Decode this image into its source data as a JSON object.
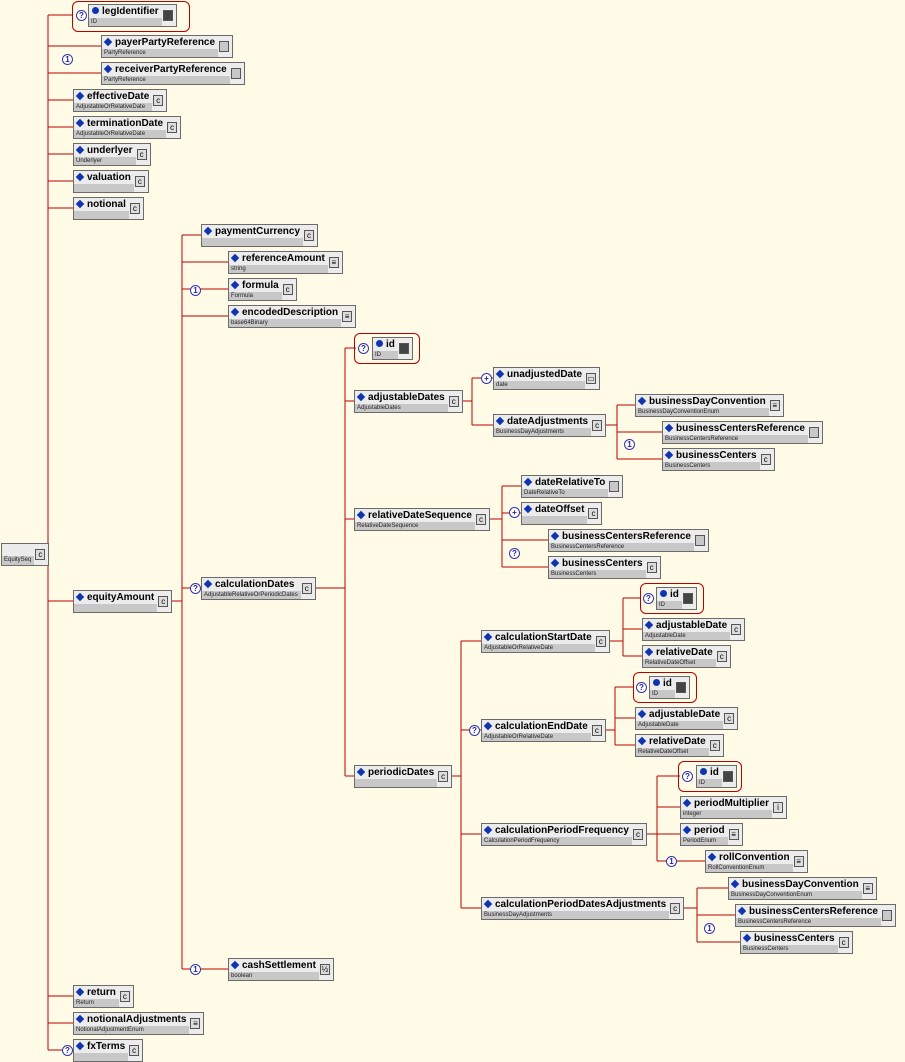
{
  "root": {
    "type": "EquitySeq",
    "icon": "complex-type-icon"
  },
  "nodes": [
    {
      "name": "legIdentifier",
      "type": "ID",
      "icon": "id-icon",
      "kind": "attribute"
    },
    {
      "name": "payerPartyReference",
      "type": "PartyReference",
      "icon": "reference-icon"
    },
    {
      "name": "receiverPartyReference",
      "type": "PartyReference",
      "icon": "reference-icon"
    },
    {
      "name": "effectiveDate",
      "type": "AdjustableOrRelativeDate",
      "icon": "complex-type-icon"
    },
    {
      "name": "terminationDate",
      "type": "AdjustableOrRelativeDate",
      "icon": "complex-type-icon"
    },
    {
      "name": "underlyer",
      "type": "Underlyer",
      "icon": "complex-type-icon"
    },
    {
      "name": "valuation",
      "type": "",
      "icon": "complex-type-icon"
    },
    {
      "name": "notional",
      "type": "",
      "icon": "complex-type-icon"
    },
    {
      "name": "equityAmount",
      "type": "",
      "icon": "complex-type-icon"
    },
    {
      "name": "return",
      "type": "Return",
      "icon": "complex-type-icon"
    },
    {
      "name": "notionalAdjustments",
      "type": "NotionalAdjustmentEnum",
      "icon": "enum-icon"
    },
    {
      "name": "fxTerms",
      "type": "",
      "icon": "complex-type-icon"
    },
    {
      "name": "paymentCurrency",
      "type": "",
      "icon": "complex-type-icon"
    },
    {
      "name": "referenceAmount",
      "type": "string",
      "icon": "enum-icon"
    },
    {
      "name": "formula",
      "type": "Formula",
      "icon": "complex-type-icon"
    },
    {
      "name": "encodedDescription",
      "type": "base64Binary",
      "icon": "enum-icon"
    },
    {
      "name": "calculationDates",
      "type": "AdjustableRelativeOrPeriodicDates",
      "icon": "complex-type-icon"
    },
    {
      "name": "cashSettlement",
      "type": "boolean",
      "icon": "boolean-icon"
    },
    {
      "name": "id",
      "type": "ID",
      "icon": "id-icon",
      "kind": "attribute"
    },
    {
      "name": "adjustableDates",
      "type": "AdjustableDates",
      "icon": "complex-type-icon"
    },
    {
      "name": "unadjustedDate",
      "type": "date",
      "icon": "date-icon"
    },
    {
      "name": "dateAdjustments",
      "type": "BusinessDayAdjustments",
      "icon": "complex-type-icon"
    },
    {
      "name": "businessDayConvention",
      "type": "BusinessDayConventionEnum",
      "icon": "enum-icon"
    },
    {
      "name": "businessCentersReference",
      "type": "BusinessCentersReference",
      "icon": "reference-icon"
    },
    {
      "name": "businessCenters",
      "type": "BusinessCenters",
      "icon": "complex-type-icon"
    },
    {
      "name": "relativeDateSequence",
      "type": "RelativeDateSequence",
      "icon": "complex-type-icon"
    },
    {
      "name": "dateRelativeTo",
      "type": "DateRelativeTo",
      "icon": "reference-icon"
    },
    {
      "name": "dateOffset",
      "type": "",
      "icon": "complex-type-icon"
    },
    {
      "name": "businessCentersReference",
      "type": "BusinessCentersReference",
      "icon": "reference-icon"
    },
    {
      "name": "businessCenters",
      "type": "BusinessCenters",
      "icon": "complex-type-icon"
    },
    {
      "name": "periodicDates",
      "type": "",
      "icon": "complex-type-icon"
    },
    {
      "name": "calculationStartDate",
      "type": "AdjustableOrRelativeDate",
      "icon": "complex-type-icon"
    },
    {
      "name": "id",
      "type": "ID",
      "icon": "id-icon",
      "kind": "attribute"
    },
    {
      "name": "adjustableDate",
      "type": "AdjustableDate",
      "icon": "complex-type-icon"
    },
    {
      "name": "relativeDate",
      "type": "RelativeDateOffset",
      "icon": "complex-type-icon"
    },
    {
      "name": "calculationEndDate",
      "type": "AdjustableOrRelativeDate",
      "icon": "complex-type-icon"
    },
    {
      "name": "id",
      "type": "ID",
      "icon": "id-icon",
      "kind": "attribute"
    },
    {
      "name": "adjustableDate",
      "type": "AdjustableDate",
      "icon": "complex-type-icon"
    },
    {
      "name": "relativeDate",
      "type": "RelativeDateOffset",
      "icon": "complex-type-icon"
    },
    {
      "name": "calculationPeriodFrequency",
      "type": "CalculationPeriodFrequency",
      "icon": "complex-type-icon"
    },
    {
      "name": "id",
      "type": "ID",
      "icon": "id-icon",
      "kind": "attribute"
    },
    {
      "name": "periodMultiplier",
      "type": "integer",
      "icon": "integer-icon"
    },
    {
      "name": "period",
      "type": "PeriodEnum",
      "icon": "enum-icon"
    },
    {
      "name": "rollConvention",
      "type": "RollConventionEnum",
      "icon": "enum-icon"
    },
    {
      "name": "calculationPeriodDatesAdjustments",
      "type": "BusinessDayAdjustments",
      "icon": "complex-type-icon"
    },
    {
      "name": "businessDayConvention",
      "type": "BusinessDayConventionEnum",
      "icon": "enum-icon"
    },
    {
      "name": "businessCentersReference",
      "type": "BusinessCentersReference",
      "icon": "reference-icon"
    },
    {
      "name": "businessCenters",
      "type": "BusinessCenters",
      "icon": "complex-type-icon"
    }
  ],
  "symbols": {
    "optional": "?",
    "choice": "1",
    "sequence": "+"
  }
}
